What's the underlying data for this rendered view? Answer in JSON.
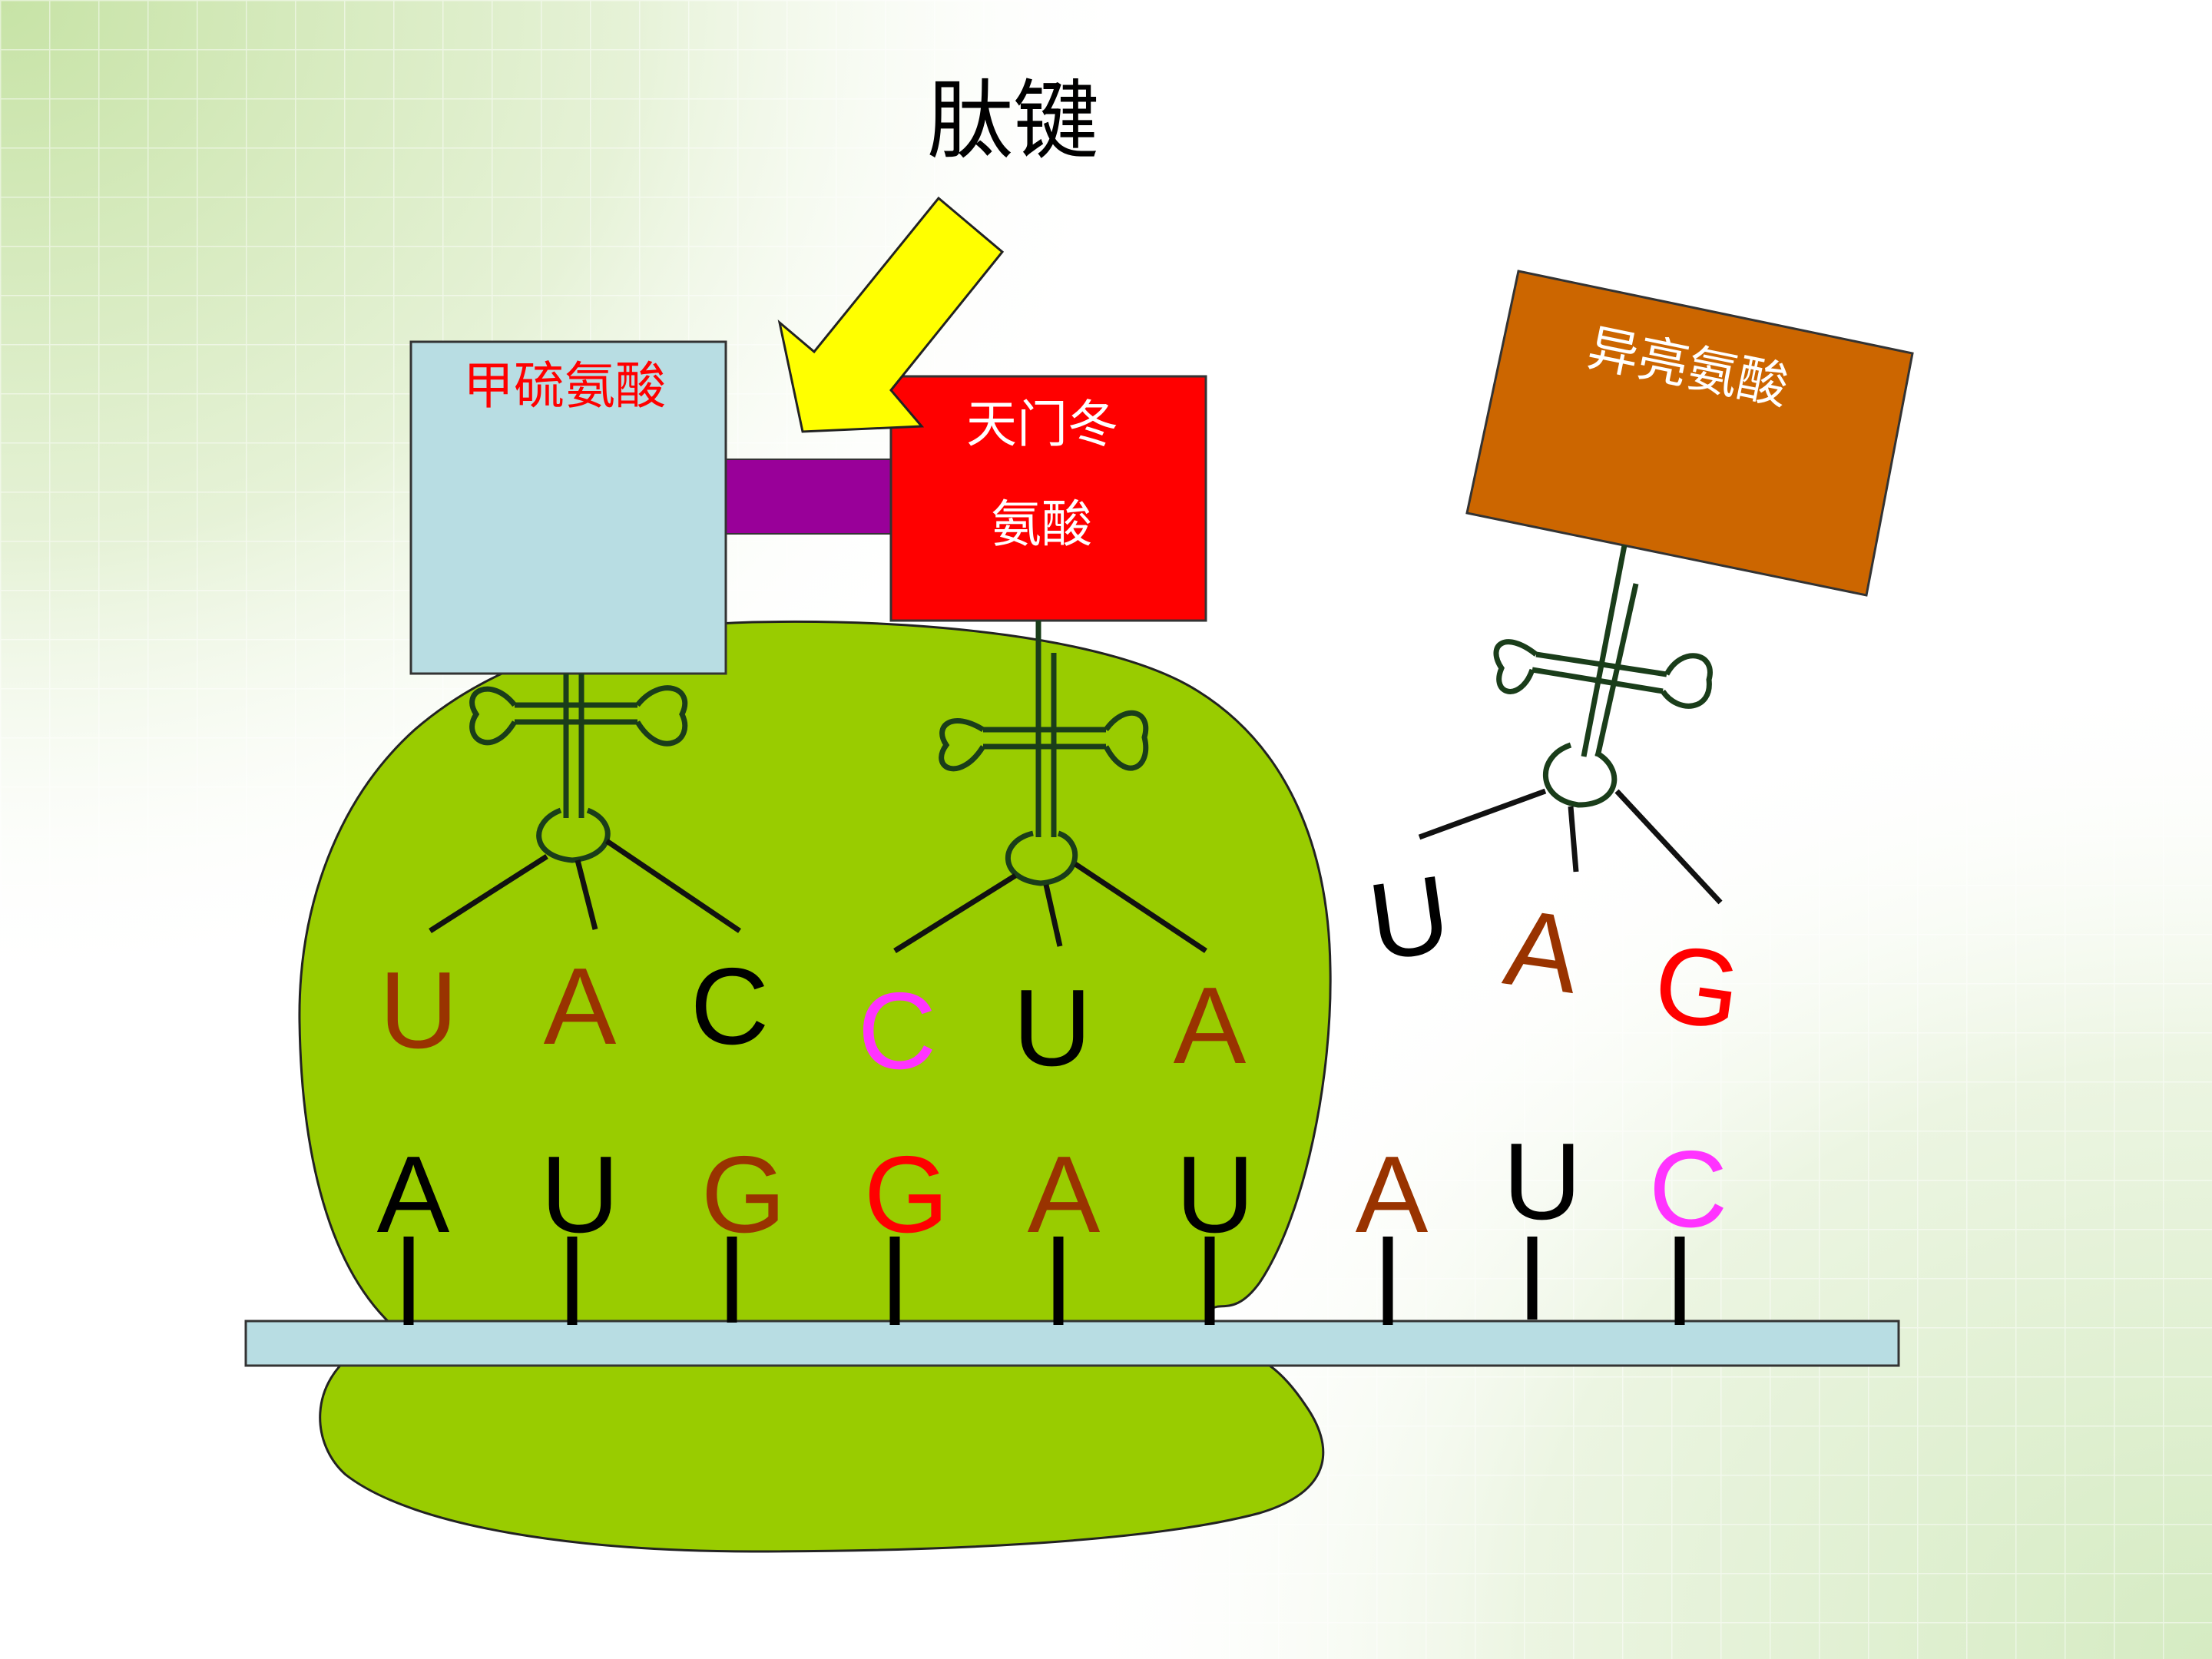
{
  "labels": {
    "peptide_bond": "肽键",
    "amino_acid_1": "甲硫氨酸",
    "amino_acid_2_line1": "天门冬",
    "amino_acid_2_line2": "氨酸",
    "amino_acid_3": "异亮氨酸"
  },
  "anticodons": {
    "trna1": [
      {
        "letter": "U",
        "color": "#993300"
      },
      {
        "letter": "A",
        "color": "#993300"
      },
      {
        "letter": "C",
        "color": "#000000"
      }
    ],
    "trna2": [
      {
        "letter": "C",
        "color": "#ff33ff"
      },
      {
        "letter": "U",
        "color": "#000000"
      },
      {
        "letter": "A",
        "color": "#993300"
      }
    ],
    "trna3": [
      {
        "letter": "U",
        "color": "#000000"
      },
      {
        "letter": "A",
        "color": "#993300"
      },
      {
        "letter": "G",
        "color": "#ff0000"
      }
    ]
  },
  "mrna_codons": [
    {
      "letter": "A",
      "color": "#000000"
    },
    {
      "letter": "U",
      "color": "#000000"
    },
    {
      "letter": "G",
      "color": "#993300"
    },
    {
      "letter": "G",
      "color": "#ff0000"
    },
    {
      "letter": "A",
      "color": "#993300"
    },
    {
      "letter": "U",
      "color": "#000000"
    },
    {
      "letter": "A",
      "color": "#993300"
    },
    {
      "letter": "U",
      "color": "#000000"
    },
    {
      "letter": "C",
      "color": "#ff33ff"
    }
  ],
  "colors": {
    "ribosome": "#99cc00",
    "mrna_strand": "#b8dde3",
    "met_box": "#b8dde3",
    "asp_box": "#ff0000",
    "ile_box": "#cc6600",
    "bond": "#990099",
    "arrow": "#ffff00",
    "trna": "#1a3d1a"
  }
}
